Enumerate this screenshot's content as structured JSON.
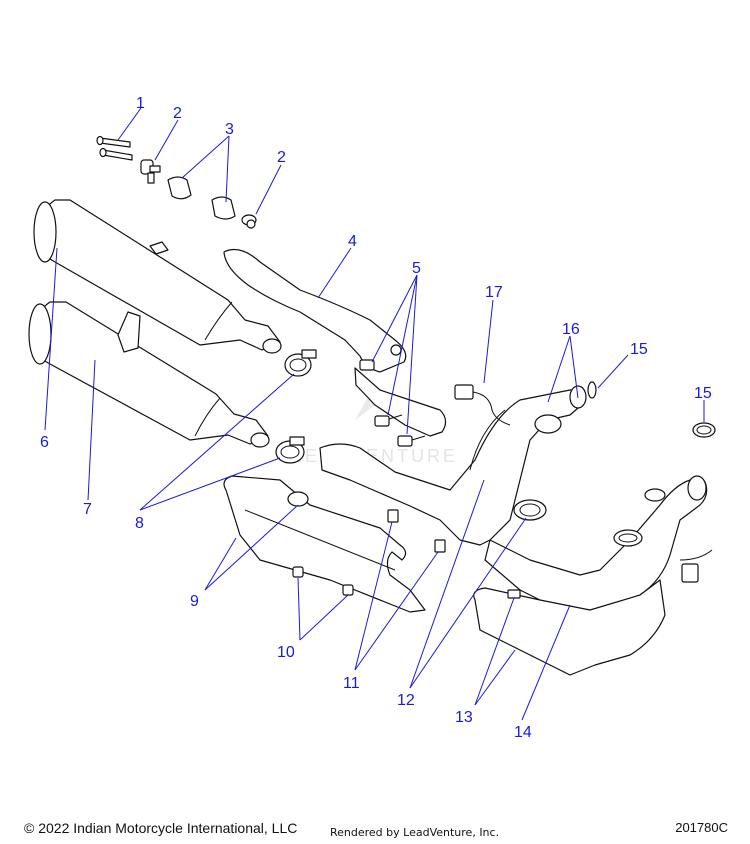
{
  "callouts": [
    "1",
    "2",
    "3",
    "2",
    "4",
    "5",
    "17",
    "16",
    "15",
    "15",
    "6",
    "7",
    "8",
    "9",
    "10",
    "11",
    "12",
    "13",
    "14"
  ],
  "watermark": "LEADVENTURE",
  "footer": {
    "copyright": "© 2022 Indian Motorcycle International, LLC",
    "rendered_by": "Rendered by LeadVenture, Inc.",
    "figure_id": "201780C"
  },
  "colors": {
    "callout": "#1a1adb",
    "line": "#111111",
    "watermark": "#d9d9d9"
  }
}
